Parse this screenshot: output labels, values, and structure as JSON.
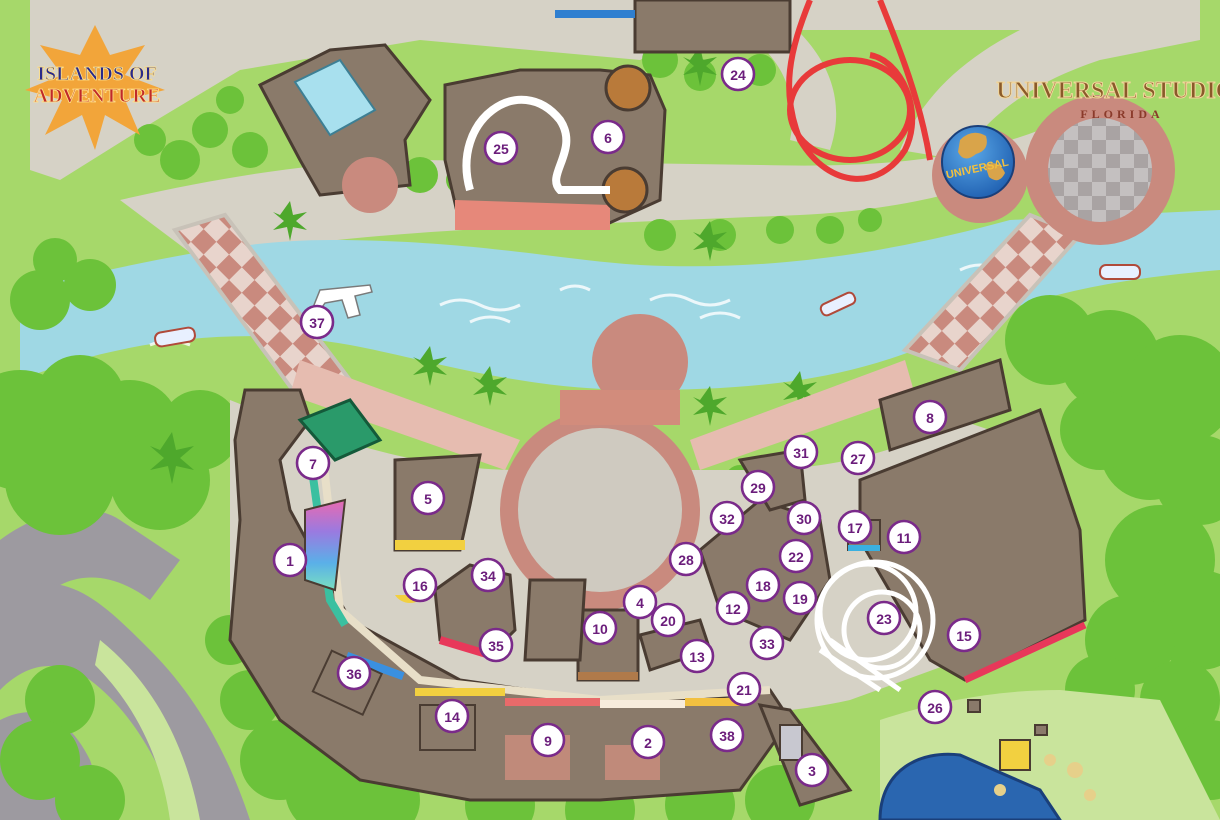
{
  "logos": {
    "islands_line1": "ISLANDS OF",
    "islands_line2": "ADVENTURE",
    "studios_line1": "UNIVERSAL STUDIOS",
    "studios_line2": "FLORIDA",
    "globe_text": "UNIVERSAL"
  },
  "markers": [
    "1",
    "2",
    "3",
    "4",
    "5",
    "6",
    "7",
    "8",
    "9",
    "10",
    "11",
    "12",
    "13",
    "14",
    "15",
    "16",
    "17",
    "18",
    "19",
    "20",
    "21",
    "22",
    "23",
    "24",
    "25",
    "26",
    "27",
    "28",
    "29",
    "30",
    "31",
    "32",
    "33",
    "34",
    "35",
    "36",
    "37",
    "38"
  ],
  "colors": {
    "grass": "#a6d86a",
    "tree": "#6cc23a",
    "tree_dark": "#4ea82c",
    "path": "#d6d2c6",
    "water": "#9fd8e4",
    "building": "#8a7a6a",
    "building_edge": "#4a3c32",
    "brick": "#c98a7e",
    "marker_ring": "#7a2a8a",
    "coaster": "#e83a3a"
  }
}
